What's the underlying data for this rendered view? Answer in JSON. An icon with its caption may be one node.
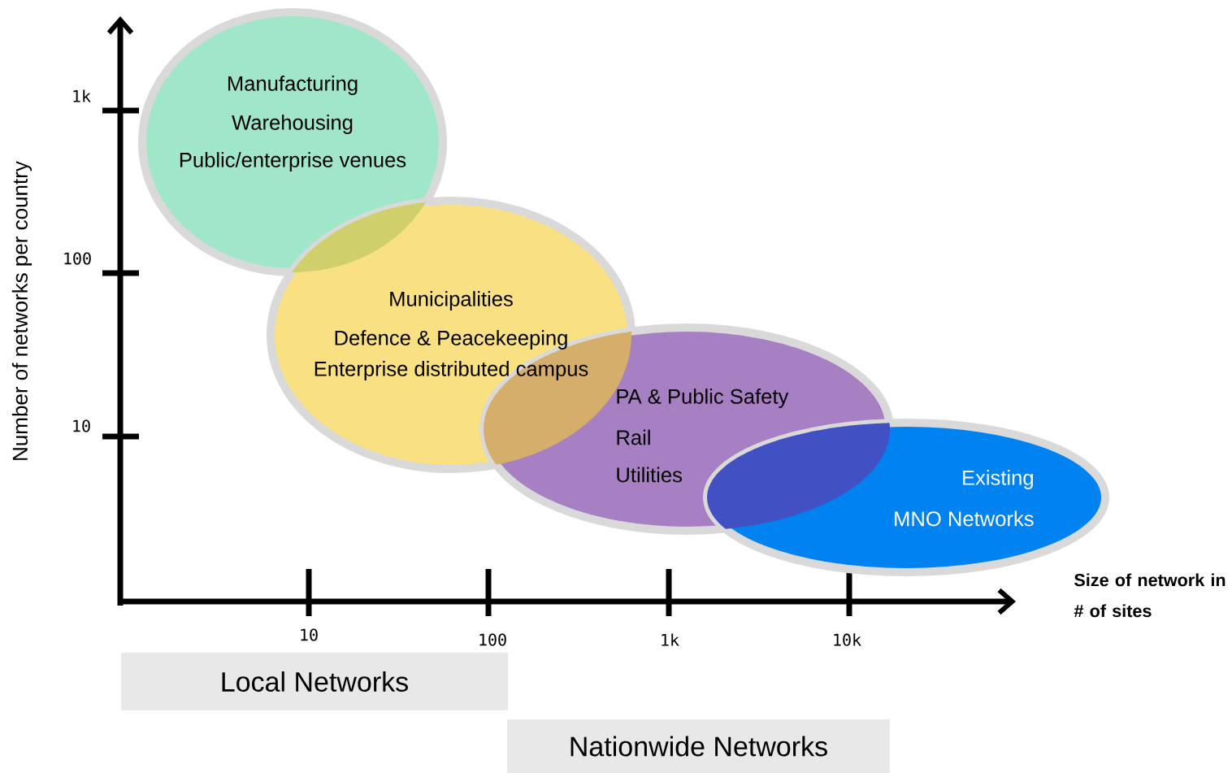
{
  "diagram": {
    "nodes": [
      {
        "text": [
          "Manufacturing",
          "Warehousing",
          "Public/enterprise venues"
        ]
      },
      {
        "text": [
          "Municipalities",
          "Defence & Peacekeeping",
          "Enterprise distributed campus"
        ]
      },
      {
        "text": [
          "PA & Public Safety",
          "Rail",
          "Utilities"
        ]
      },
      {
        "text": [
          "Existing",
          "MNO Networks"
        ]
      },
      {
        "text": [
          "Local Networks"
        ]
      },
      {
        "text": [
          "Nationwide Networks"
        ]
      }
    ],
    "edges": [],
    "labels": [
      "1k",
      "100",
      "10",
      "Number of networks per country",
      "Size of network in # of sites",
      "10",
      "100",
      "1k",
      "10k"
    ]
  }
}
